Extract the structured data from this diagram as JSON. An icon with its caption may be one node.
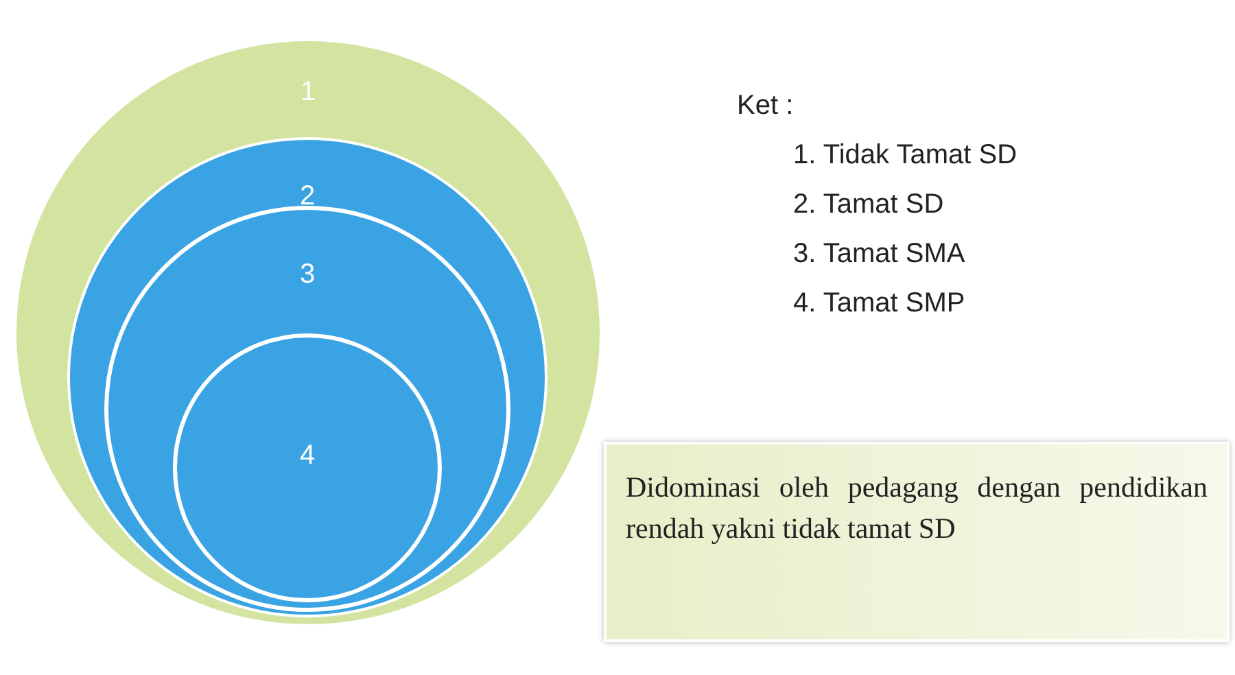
{
  "diagram": {
    "nodes": [
      {
        "text": [
          "1"
        ]
      },
      {
        "text": [
          "2"
        ],
        "in": 0
      },
      {
        "text": [
          "3"
        ],
        "in": 1
      },
      {
        "text": [
          "4"
        ],
        "in": 2
      },
      {
        "text": [
          "Didominasi oleh pedagang dengan pendidikan rendah yakni tidak tamat SD"
        ]
      }
    ],
    "labels": [
      "Ket :",
      "1. Tidak Tamat SD",
      "2. Tamat SD",
      "3. Tamat SMA",
      "4. Tamat SMP"
    ]
  }
}
